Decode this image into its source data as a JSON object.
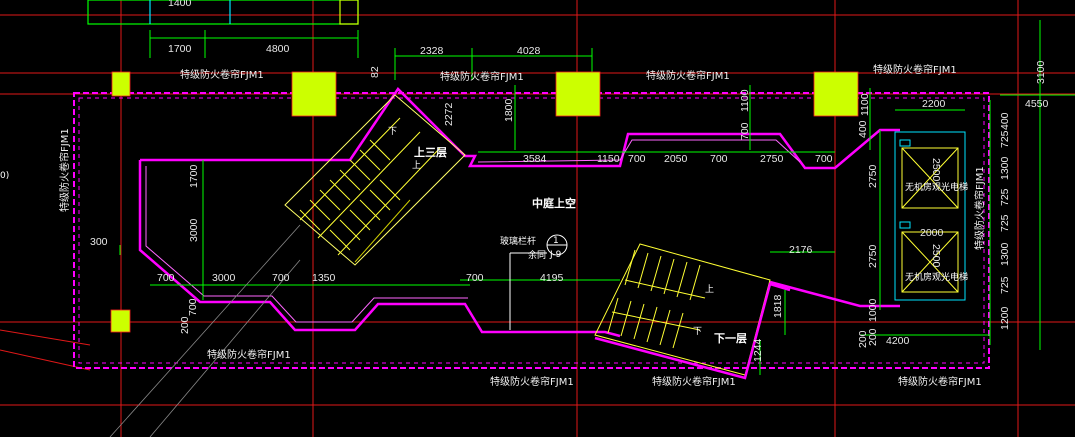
{
  "drawing": {
    "colors": {
      "background": "#000000",
      "wall": "#ff00ff",
      "grid": "#ff2020",
      "dimension": "#00ff00",
      "column": "#ccff00",
      "stair": "#ffff33",
      "cyan": "#00e5ff"
    },
    "labels": {
      "fire_shutter": "特级防火卷帘FJM1",
      "fire_shutter_vert": "特级防火卷帘FJM1",
      "upper_floor": "上三层",
      "lower_floor": "下一层",
      "atrium": "中庭上空",
      "railing": "玻璃栏杆",
      "railing_sub": "余同",
      "detail_num": "1",
      "detail_ref": "J-9",
      "elevator1": "无机房观光电梯",
      "elevator2": "无机房观光电梯",
      "up": "上",
      "down": "下",
      "left_edge": "0)"
    },
    "dimensions": {
      "top_1400": "1400",
      "top_1700": "1700",
      "top_4800": "4800",
      "top_2328": "2328",
      "top_4028": "4028",
      "d_82": "82",
      "d_2272": "2272",
      "d_1800": "1800",
      "d_1100a": "1100",
      "d_700a": "700",
      "d_1100b": "1100",
      "d_3100": "3100",
      "d_400a": "400",
      "d_2200": "2200",
      "d_4550": "4550",
      "d_400b": "400",
      "d_725a": "725",
      "d_1300a": "1300",
      "d_725b": "725",
      "d_725c": "725",
      "d_1300b": "1300",
      "d_725d": "725",
      "d_1200": "1200",
      "mid_3584": "3584",
      "mid_1150": "1150",
      "mid_700a": "700",
      "mid_2050": "2050",
      "mid_700b": "700",
      "mid_2750": "2750",
      "mid_700c": "700",
      "v_2750a": "2750",
      "v_2750b": "2750",
      "v_1000": "1000",
      "v_200a": "200",
      "v_2500a": "2500",
      "v_2000": "2000",
      "v_2500b": "2500",
      "l_1700": "1700",
      "l_3000": "3000",
      "l_300": "300",
      "l_700a": "700",
      "l_3000b": "3000",
      "l_700b": "700",
      "l_1350": "1350",
      "l_700c": "700",
      "l_4195": "4195",
      "l_2176": "2176",
      "l_1818": "1818",
      "l_1244": "1244",
      "l_4200": "4200",
      "l_200b": "200",
      "l_700v": "700",
      "l_200v": "200"
    }
  }
}
